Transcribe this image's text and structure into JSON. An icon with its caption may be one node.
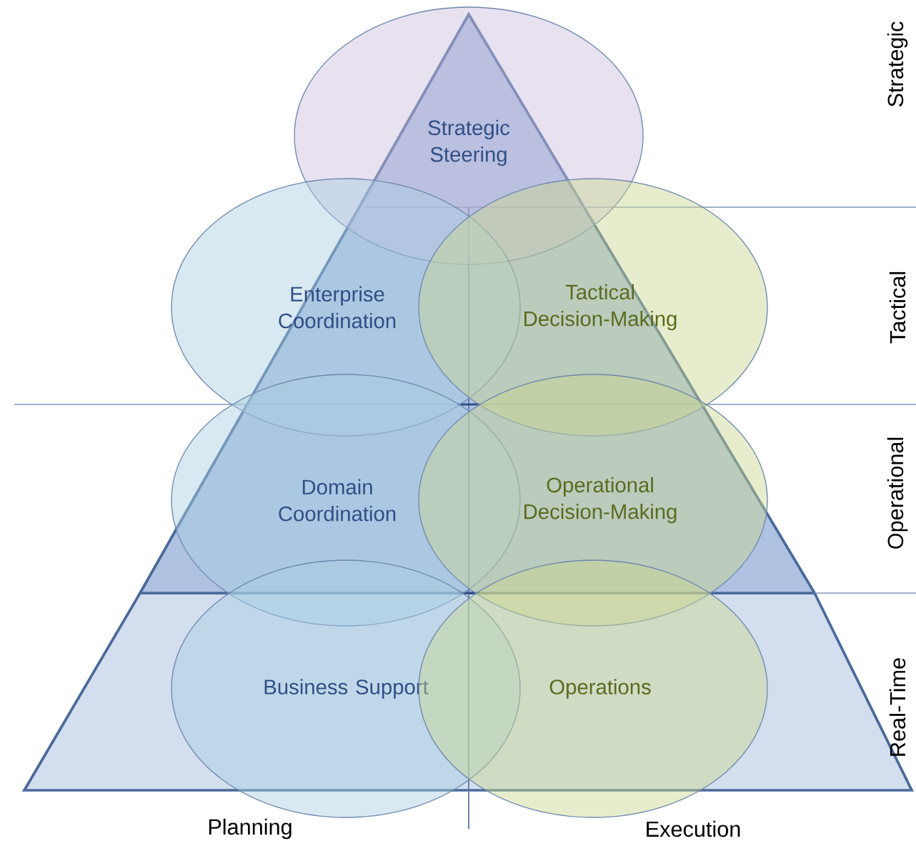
{
  "diagram": {
    "nodes": [
      {
        "text": [
          "Strategic Steering"
        ]
      },
      {
        "text": [
          "Enterprise Coordination"
        ]
      },
      {
        "text": [
          "Tactical Decision-Making"
        ]
      },
      {
        "text": [
          "Domain Coordination"
        ]
      },
      {
        "text": [
          "Operational Decision-Making"
        ]
      },
      {
        "text": [
          "Business Support"
        ]
      },
      {
        "text": [
          "Operations"
        ]
      }
    ],
    "labels": [
      "Strategic",
      "Tactical",
      "Operational",
      "Real-Time",
      "Planning",
      "Execution"
    ]
  }
}
